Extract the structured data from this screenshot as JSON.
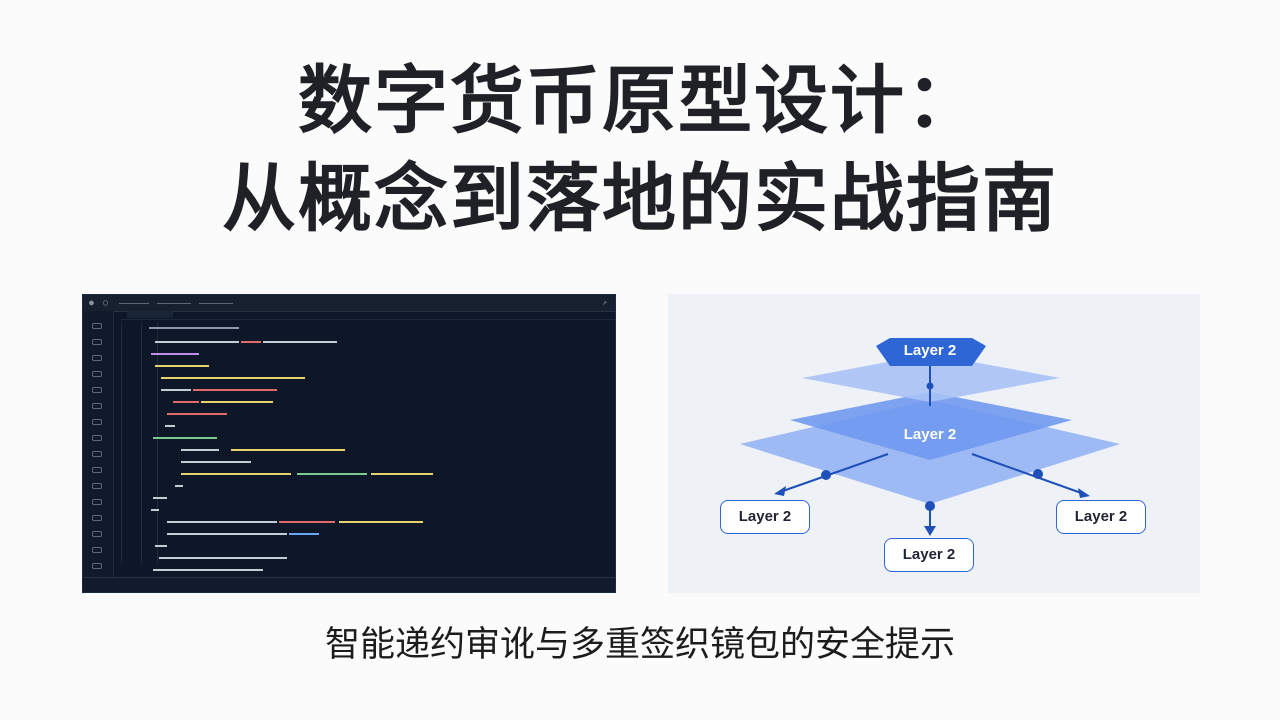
{
  "header": {
    "title_line1": "数字货币原型设计：",
    "title_line2": "从概念到落地的实战指南"
  },
  "caption": "智能递约审讹与多重签织镜包的安全提示",
  "diagram": {
    "top_layer": "Layer 2",
    "middle_layer": "Layer 2",
    "left_node": "Layer 2",
    "right_node": "Layer 2",
    "bottom_node": "Layer 2",
    "colors": {
      "accent": "#2f66d6",
      "layer": "#5b8ef0",
      "background": "#eef1f5"
    }
  },
  "editor": {
    "theme_background": "#0e1728",
    "icons": [
      "search-icon",
      "source-control-icon",
      "extensions-icon",
      "debug-icon",
      "settings-icon"
    ]
  }
}
